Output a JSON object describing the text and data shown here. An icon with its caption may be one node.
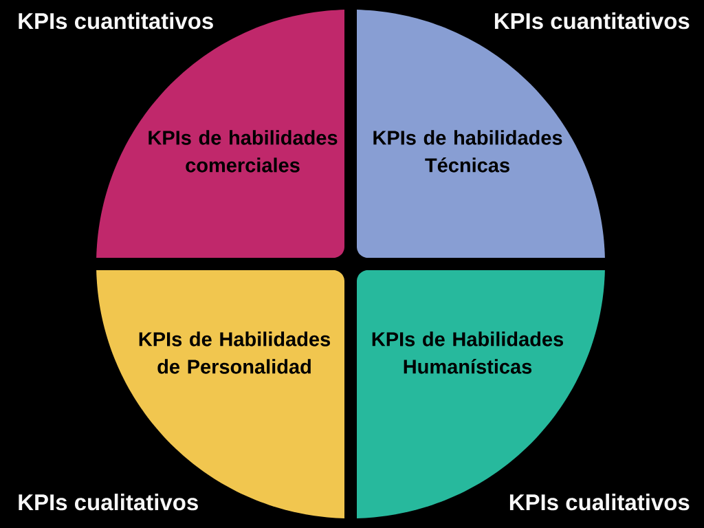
{
  "diagram": {
    "nodes": [
      {
        "text": [
          "KPIs de habilidades comerciales"
        ]
      },
      {
        "text": [
          "KPIs de habilidades Técnicas"
        ]
      },
      {
        "text": [
          "KPIs de Habilidades de Personalidad"
        ]
      },
      {
        "text": [
          "KPIs de Habilidades Humanísticas"
        ]
      }
    ],
    "labels": [
      "KPIs cuantitativos",
      "KPIs cuantitativos",
      "KPIs cualitativos",
      "KPIs cualitativos"
    ]
  }
}
